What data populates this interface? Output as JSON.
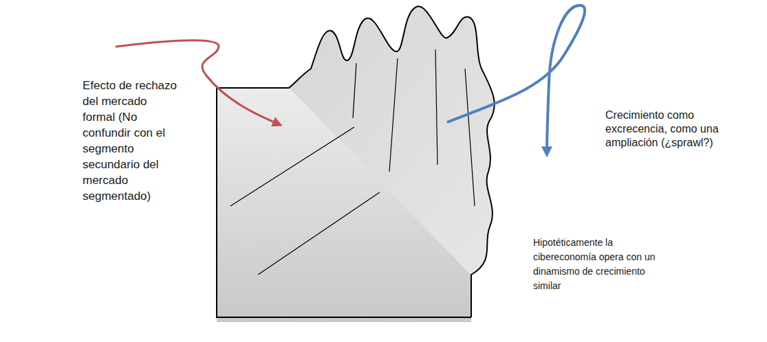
{
  "diagram": {
    "labels": [
      "Efecto de rechazo del mercado formal (No confundir con el segmento secundario del mercado segmentado)",
      "Crecimiento como excrecencia, como una ampliación (¿sprawl?)",
      "Hipotéticamente la cibereconomía opera con un dinamismo de crecimiento similar"
    ]
  }
}
